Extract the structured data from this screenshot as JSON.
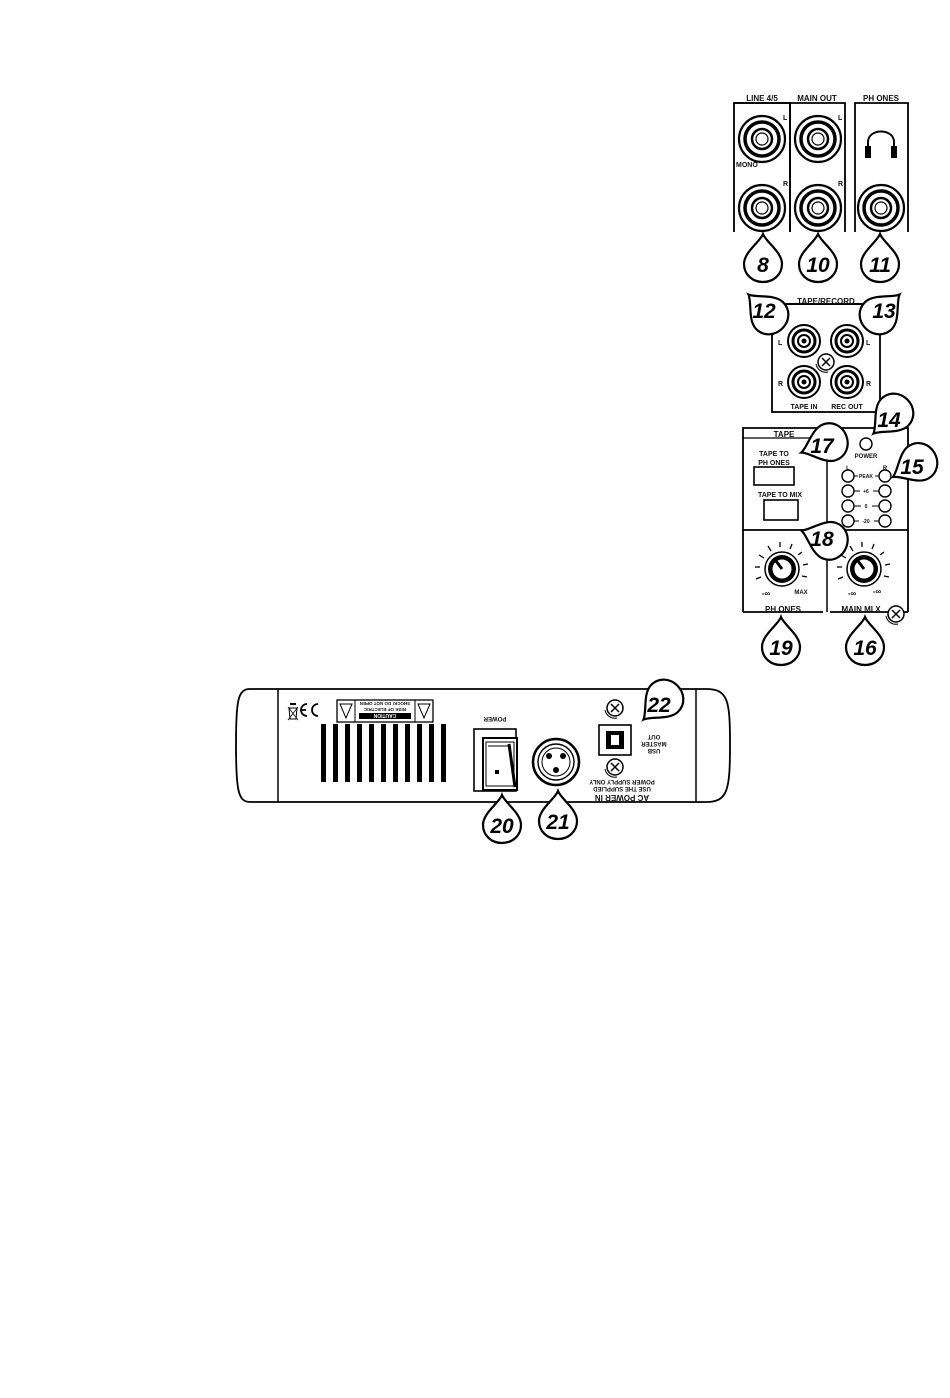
{
  "top_panel": {
    "line45": {
      "title": "LINE 4/5",
      "left": "L",
      "right": "R",
      "mono": "MONO"
    },
    "main_out": {
      "title": "MAIN OUT",
      "left": "L",
      "right": "R"
    },
    "phones": {
      "title": "PH ONES"
    }
  },
  "tape_record": {
    "title": "TAPE/RECORD",
    "left": "L",
    "right": "R",
    "tape_in": "TAPE IN",
    "rec_out": "REC OUT"
  },
  "controls": {
    "tape_title": "TAPE",
    "tape_to": "TAPE TO",
    "phones_word": "PH ONES",
    "tape_to_mix": "TAPE TO MIX",
    "power": "POWER",
    "meter_l": "L",
    "meter_r": "R",
    "meter_levels": [
      "PEAK",
      "+6",
      "0",
      "-20"
    ],
    "knob_min": "-∞",
    "knob_max": "MAX",
    "phones_section": "PH ONES",
    "mainmix_section": "MAIN MI X"
  },
  "rear_panel": {
    "caution": "CAUTION",
    "caution_line1": "RISK OF ELECTRIC",
    "caution_line2": "SHOCK! DO NOT OPEN",
    "power_label": "POWER",
    "ac_line1": "AC POWER  IN",
    "ac_line2": "USE THE SUPPLIED",
    "ac_line3": "POWER SUPPLY ONLY",
    "usb_line1": "USB",
    "usb_line2": "MASTER",
    "usb_line3": "OUT"
  },
  "callouts": [
    "8",
    "10",
    "11",
    "12",
    "13",
    "14",
    "15",
    "16",
    "17",
    "18",
    "19",
    "20",
    "21",
    "22"
  ]
}
